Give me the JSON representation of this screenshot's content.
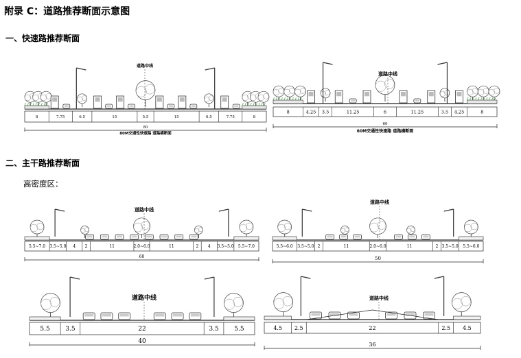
{
  "page": {
    "title": "附录 C：道路推荐断面示意图",
    "heading1": "一、快速路推荐断面",
    "heading2": "二、主干路推荐断面",
    "subheading": "高密度区："
  },
  "diagrams": [
    {
      "centerline": "道路中线",
      "caption": "80M交通性快速路 道路横断面",
      "total": "80",
      "segments": [
        "8",
        "7.75",
        "6.5",
        "15",
        "5.5",
        "15",
        "6.5",
        "7.75",
        "8"
      ],
      "weights": [
        8,
        7.75,
        6.5,
        15,
        5.5,
        15,
        6.5,
        7.75,
        8
      ]
    },
    {
      "centerline": "道路中线",
      "caption": "60M交通性快速路 道路横断面",
      "total": "60",
      "segments": [
        "8",
        "4.25",
        "3.5",
        "11.25",
        "6",
        "11.25",
        "3.5",
        "4.25",
        "8"
      ],
      "weights": [
        8,
        4.25,
        3.5,
        11.25,
        6,
        11.25,
        3.5,
        4.25,
        8
      ]
    },
    {
      "centerline": "道路中线",
      "caption": "",
      "total": "60",
      "segments": [
        "5.5~7.0",
        "3.5~5.0",
        "4",
        "2",
        "11",
        "2.0~6.0",
        "11",
        "2",
        "4",
        "3.5~5.0",
        "5.5~7.0"
      ],
      "weights": [
        6.25,
        4.25,
        4,
        2,
        11,
        4,
        11,
        2,
        4,
        4.25,
        6.25
      ]
    },
    {
      "centerline": "道路中线",
      "caption": "",
      "total": "50",
      "segments": [
        "5.5~6.0",
        "3.5~5.0",
        "2",
        "11",
        "2.0~6.0",
        "11",
        "2",
        "3.5~5.0",
        "5.5~6.0"
      ],
      "weights": [
        5.75,
        4.25,
        2,
        11,
        4,
        11,
        2,
        4.25,
        5.75
      ]
    },
    {
      "centerline": "道路中线",
      "caption": "",
      "total": "40",
      "segments": [
        "5.5",
        "3.5",
        "22",
        "3.5",
        "5.5"
      ],
      "weights": [
        5.5,
        3.5,
        22,
        3.5,
        5.5
      ]
    },
    {
      "centerline": "道路中线",
      "caption": "",
      "total": "36",
      "segments": [
        "4.5",
        "2.5",
        "22",
        "2.5",
        "4.5"
      ],
      "weights": [
        4.5,
        2.5,
        22,
        2.5,
        4.5
      ]
    }
  ]
}
